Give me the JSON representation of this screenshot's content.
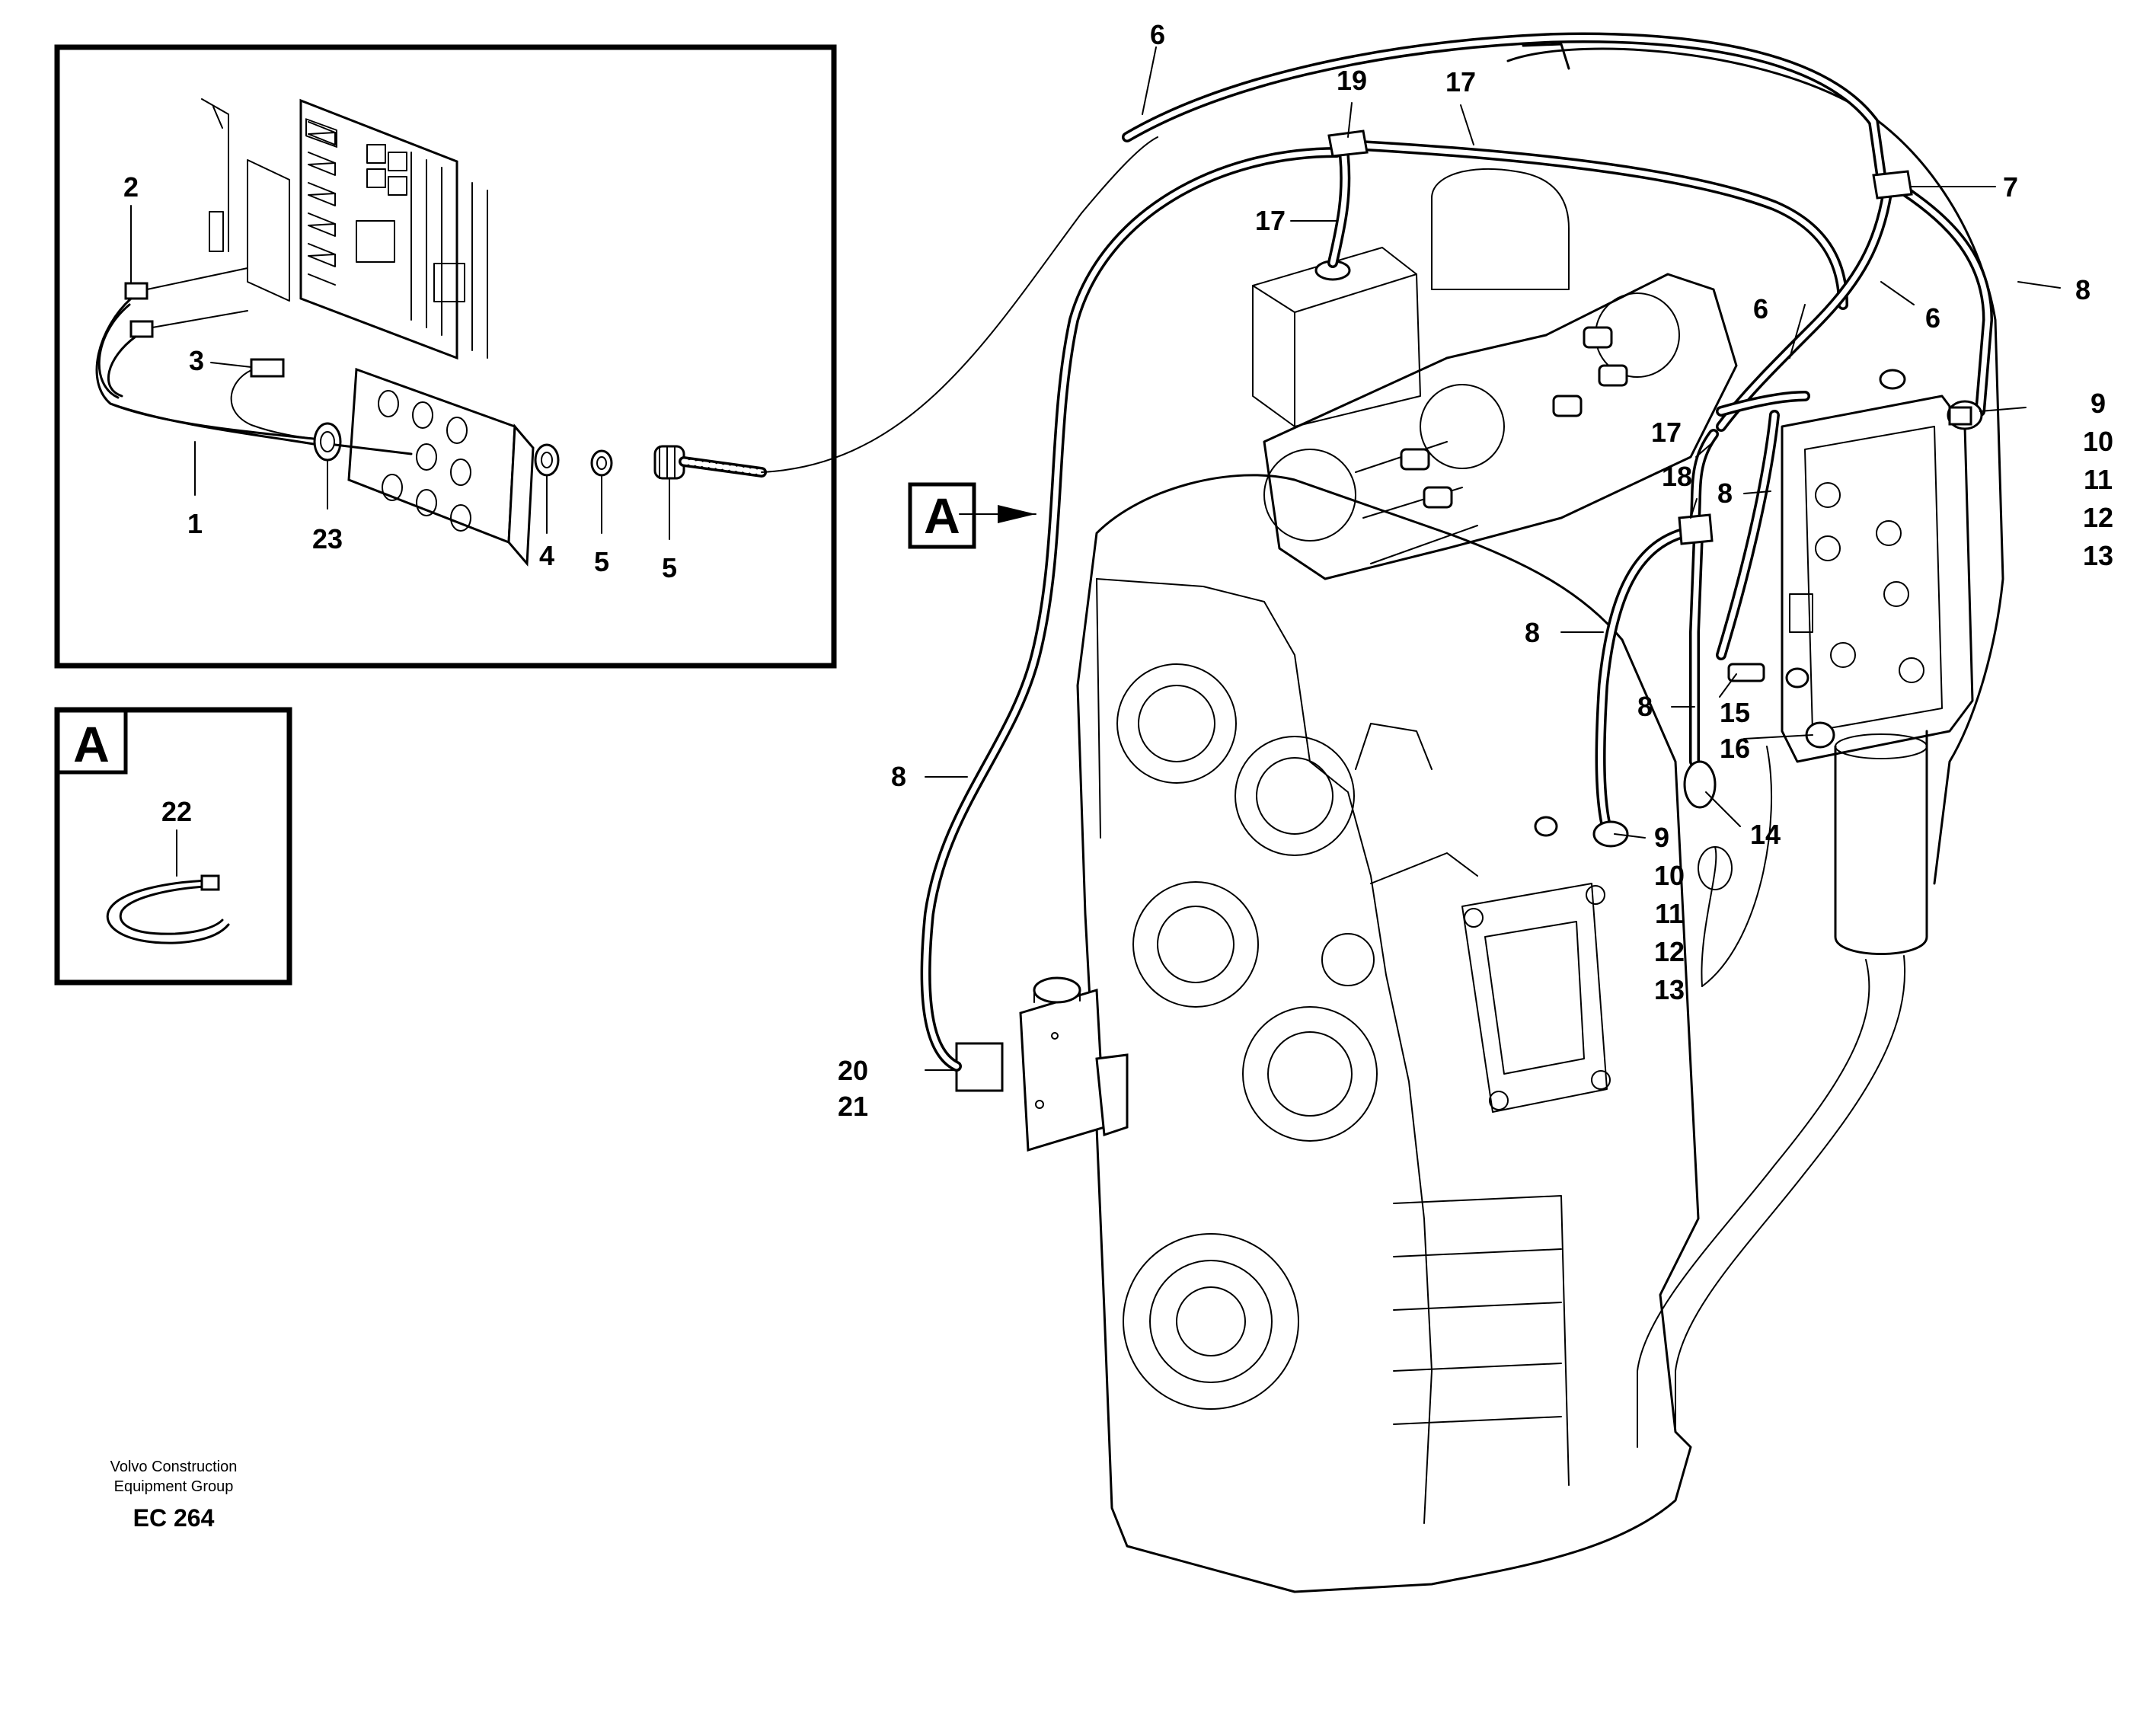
{
  "callouts": {
    "inset_main": {
      "n1": "1",
      "n2": "2",
      "n3": "3",
      "n4": "4",
      "n5a": "5",
      "n5b": "5",
      "n23": "23"
    },
    "inset_a": {
      "box_label": "A",
      "n22": "22"
    },
    "main": {
      "view_a": "A",
      "n6_top": "6",
      "n6_right": "6",
      "n6_mid": "6",
      "n7": "7",
      "n8_top_right": "8",
      "n8_upper_mid": "8",
      "n8_left_mid": "8",
      "n8_mid": "8",
      "n8_left": "8",
      "n9_right": "9",
      "n10_right": "10",
      "n11_right": "11",
      "n12_right": "12",
      "n13_right": "13",
      "n9_lower": "9",
      "n10_lower": "10",
      "n11_lower": "11",
      "n12_lower": "12",
      "n13_lower": "13",
      "n14": "14",
      "n15": "15",
      "n16": "16",
      "n17_top": "17",
      "n17_left": "17",
      "n17_mid": "17",
      "n18": "18",
      "n19": "19",
      "n20": "20",
      "n21": "21"
    }
  },
  "footer": {
    "company_line1": "Volvo Construction",
    "company_line2": "Equipment Group",
    "code": "EC 264"
  }
}
